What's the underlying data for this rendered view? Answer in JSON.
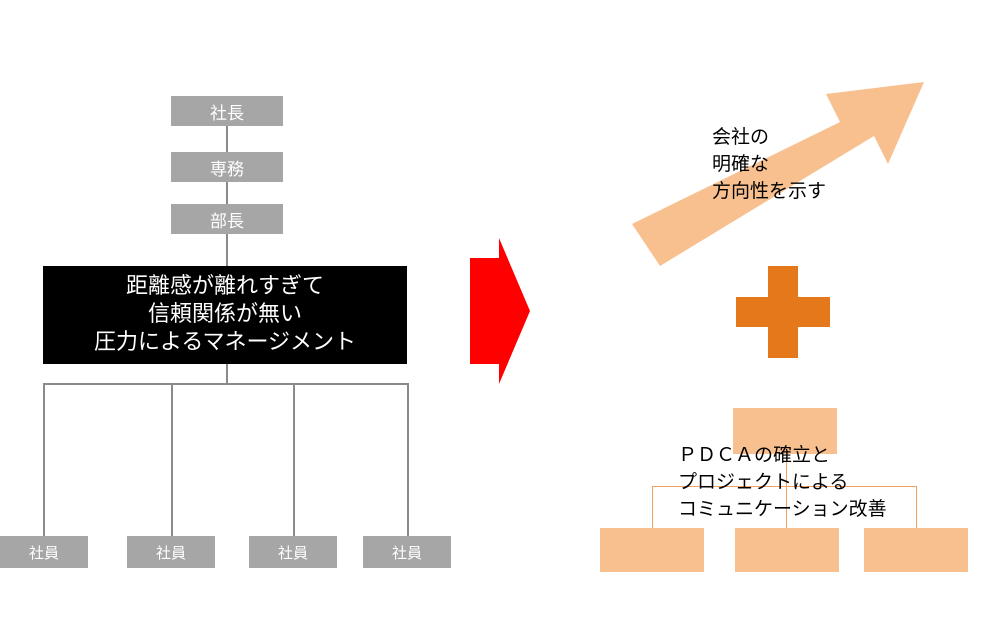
{
  "org_chart": {
    "president": "社長",
    "managing_director": "専務",
    "department_head": "部長",
    "problem_lines": [
      "距離感が離れすぎて",
      "信頼関係が無い",
      "圧力によるマネージメント"
    ],
    "employees": [
      "社員",
      "社員",
      "社員",
      "社員"
    ]
  },
  "right_side": {
    "direction_lines": [
      "会社の",
      "明確な",
      "方向性を示す"
    ],
    "pdca_lines": [
      "ＰＤＣＡの確立と",
      "プロジェクトによる",
      "コミュニケーション改善"
    ]
  },
  "colors": {
    "gray_box": "#a6a6a6",
    "black_box": "#000000",
    "red_arrow": "#ff0000",
    "peach": "#f9c08f",
    "plus_orange": "#e4781b"
  }
}
